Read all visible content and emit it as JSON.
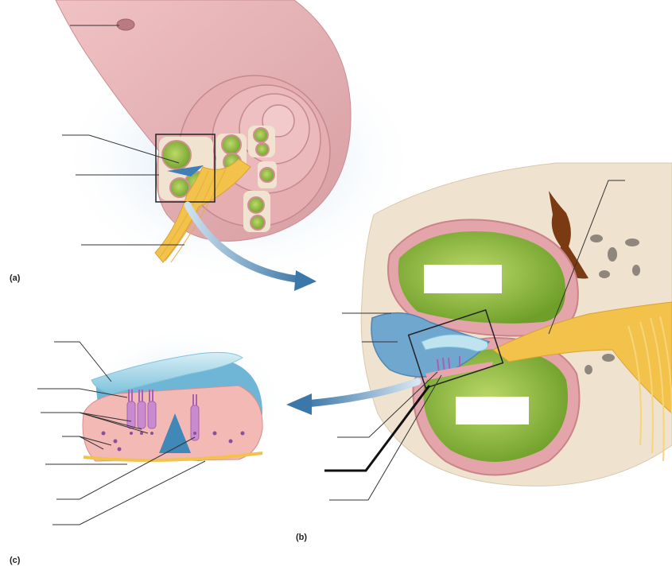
{
  "figure": {
    "panel_labels": {
      "a": "(a)",
      "b": "(b)",
      "c": "(c)"
    },
    "leader_lines": {
      "panel_a": [
        "label-line-1",
        "label-line-2",
        "label-line-3",
        "label-line-4"
      ],
      "panel_b": [
        "label-line-1",
        "label-line-2",
        "label-line-3",
        "label-line-4",
        "label-line-5",
        "label-line-6",
        "label-line-7"
      ],
      "panel_c": [
        "label-line-1",
        "label-line-2",
        "label-line-3",
        "label-line-4",
        "label-line-5",
        "label-line-6",
        "label-line-7"
      ]
    },
    "colors": {
      "cochlea_pink": "#e8b4b6",
      "canal_green": "#8fbf3c",
      "nerve_yellow": "#f3c24a",
      "membrane_blue": "#7fc3dc",
      "bone": "#efe2cf",
      "hair_cell_purple": "#a85fb4",
      "arrow_blue": "#3b77a8"
    }
  }
}
